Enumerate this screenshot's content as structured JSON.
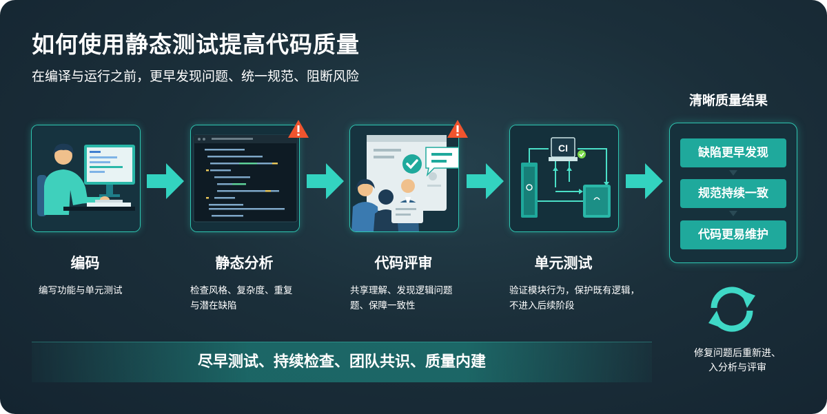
{
  "title": "如何使用静态测试提高代码质量",
  "subtitle": "在编译与运行之前，更早发现问题、统一规范、阻断风险",
  "steps": [
    {
      "title": "编码",
      "desc": [
        "编写功能与单元测试"
      ]
    },
    {
      "title": "静态分析",
      "desc": [
        "检查风格、复杂度、重复",
        "与潜在缺陷"
      ]
    },
    {
      "title": "代码评审",
      "desc": [
        "共享理解、发现逻辑问题",
        "题、保障一致性"
      ]
    },
    {
      "title": "单元测试",
      "desc": [
        "验证模块行为，保护既有逻辑，",
        "不进入后续阶段"
      ]
    }
  ],
  "unit_test_label": "CI",
  "results": {
    "title": "清晰质量结果",
    "items": [
      "缺陷更早发现",
      "规范持续一致",
      "代码更易维护"
    ]
  },
  "bottom_banner": "尽早测试、持续检查、团队共识、质量内建",
  "loop_desc": [
    "修复问题后重新进、",
    "入分析与评审"
  ],
  "colors": {
    "accent": "#2fc7b2",
    "button": "#1fa99c",
    "warning": "#f0542e",
    "background": "#1b2f3a"
  },
  "icons": [
    "developer-icon",
    "code-editor-icon",
    "warning-icon",
    "review-meeting-icon",
    "ci-pipeline-icon",
    "refresh-loop-icon",
    "arrow-right-icon"
  ]
}
